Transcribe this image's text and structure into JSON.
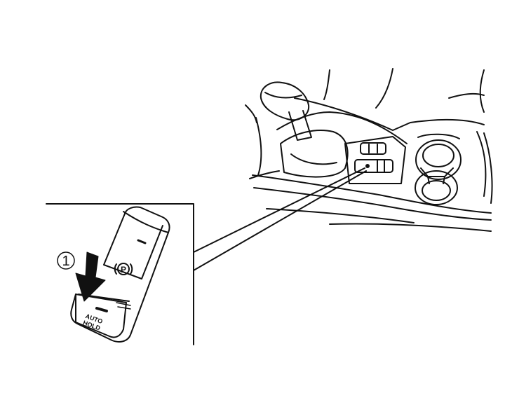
{
  "illustration": {
    "callout_number": "1",
    "button_label_line1": "AUTO",
    "button_label_line2": "HOLD",
    "parking_icon_letter": "P"
  },
  "colors": {
    "line": "#111111",
    "background": "#ffffff"
  },
  "icons": [
    "down-arrow-icon",
    "parking-brake-icon",
    "indicator-lamp-icon"
  ]
}
